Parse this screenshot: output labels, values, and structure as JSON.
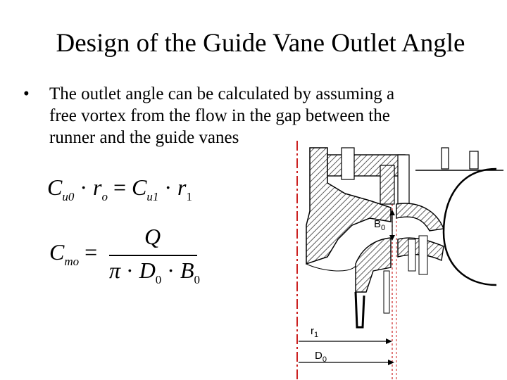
{
  "slide": {
    "title": "Design of the Guide Vane Outlet Angle",
    "bullet": {
      "marker": "•",
      "lines": [
        "The outlet angle can be calculated by assuming a",
        "free vortex from the flow in the gap between the",
        "runner and the guide vanes"
      ]
    }
  },
  "equations": {
    "eq1": {
      "C": "C",
      "sub_u0": "u0",
      "dot": "·",
      "r": "r",
      "sub_o": "o",
      "eq": "=",
      "sub_u1": "u1",
      "sub_1": "1"
    },
    "eq2": {
      "C": "C",
      "sub_mo": "mo",
      "eq": "=",
      "Q": "Q",
      "pi": "π",
      "dot": "·",
      "D": "D",
      "sub_0": "0",
      "B": "B"
    }
  },
  "drawing": {
    "labels": {
      "B": "B",
      "B_sub": "0",
      "r": "r",
      "r_sub": "1",
      "D": "D",
      "D_sub": "0"
    },
    "colors": {
      "centerline": "#cc2222",
      "hatch": "#333333",
      "dim": "#000000"
    }
  }
}
